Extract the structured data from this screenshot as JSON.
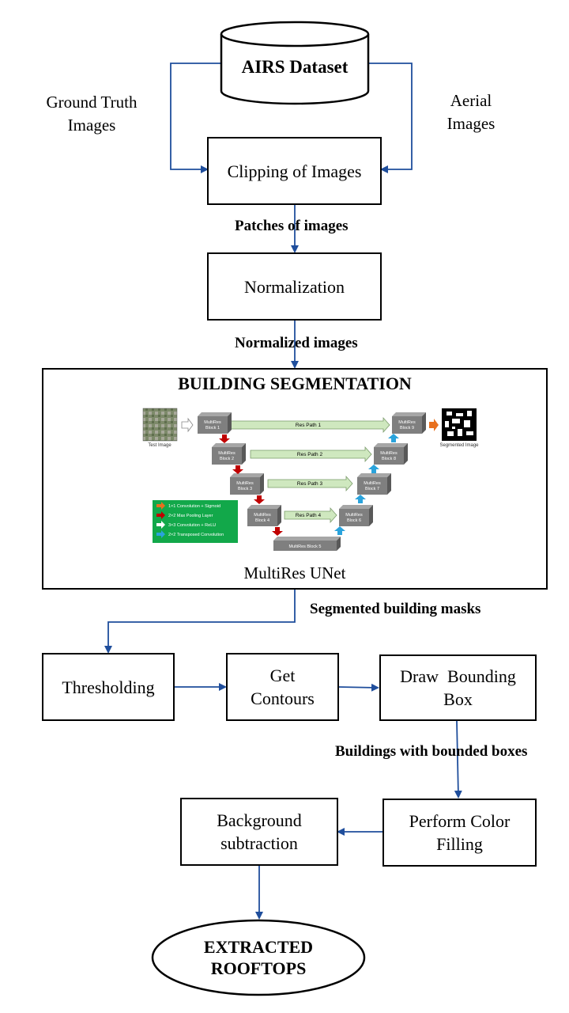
{
  "dataset": {
    "label": "AIRS Dataset"
  },
  "side_labels": {
    "left": "Ground Truth Images",
    "right": "Aerial Images"
  },
  "nodes": {
    "clipping": "Clipping of Images",
    "normalization": "Normalization",
    "segmentation_title": "BUILDING SEGMENTATION",
    "segmentation_caption": "MultiRes UNet",
    "thresholding": "Thresholding",
    "get_contours": "Get Contours",
    "draw_bbox": "Draw  Bounding Box",
    "color_filling": "Perform Color Filling",
    "bg_subtraction": "Background subtraction",
    "output": "EXTRACTED ROOFTOPS"
  },
  "edge_labels": {
    "patches": "Patches of images",
    "normalized": "Normalized images",
    "masks": "Segmented building masks",
    "bounded": "Buildings with bounded boxes"
  },
  "unet": {
    "test_image": "Test Image",
    "segmented_image": "Segmented Image",
    "blocks": [
      "MultiRes Block 1",
      "MultiRes Block 2",
      "MultiRes Block 3",
      "MultiRes Block 4",
      "MultiRes Block 5",
      "MultiRes Block 6",
      "MultiRes Block 7",
      "MultiRes Block 8",
      "MultiRes Block 9"
    ],
    "res_paths": [
      "Res Path 1",
      "Res Path 2",
      "Res Path 3",
      "Res Path 4"
    ],
    "legend": [
      "1×1 Convolution + Sigmoid",
      "2×2 Max Pooling Layer",
      "3×3 Convolution + ReLU",
      "2×2 Transposed Convolution"
    ],
    "legend_colors": [
      "#e8701e",
      "#c00000",
      "#ffffff",
      "#2aa3dc"
    ],
    "legend_bg": "#12a84a"
  },
  "colors": {
    "connector": "#1f4e9c",
    "block": "#7f7f7f",
    "res_path": "#cfe8bf"
  }
}
